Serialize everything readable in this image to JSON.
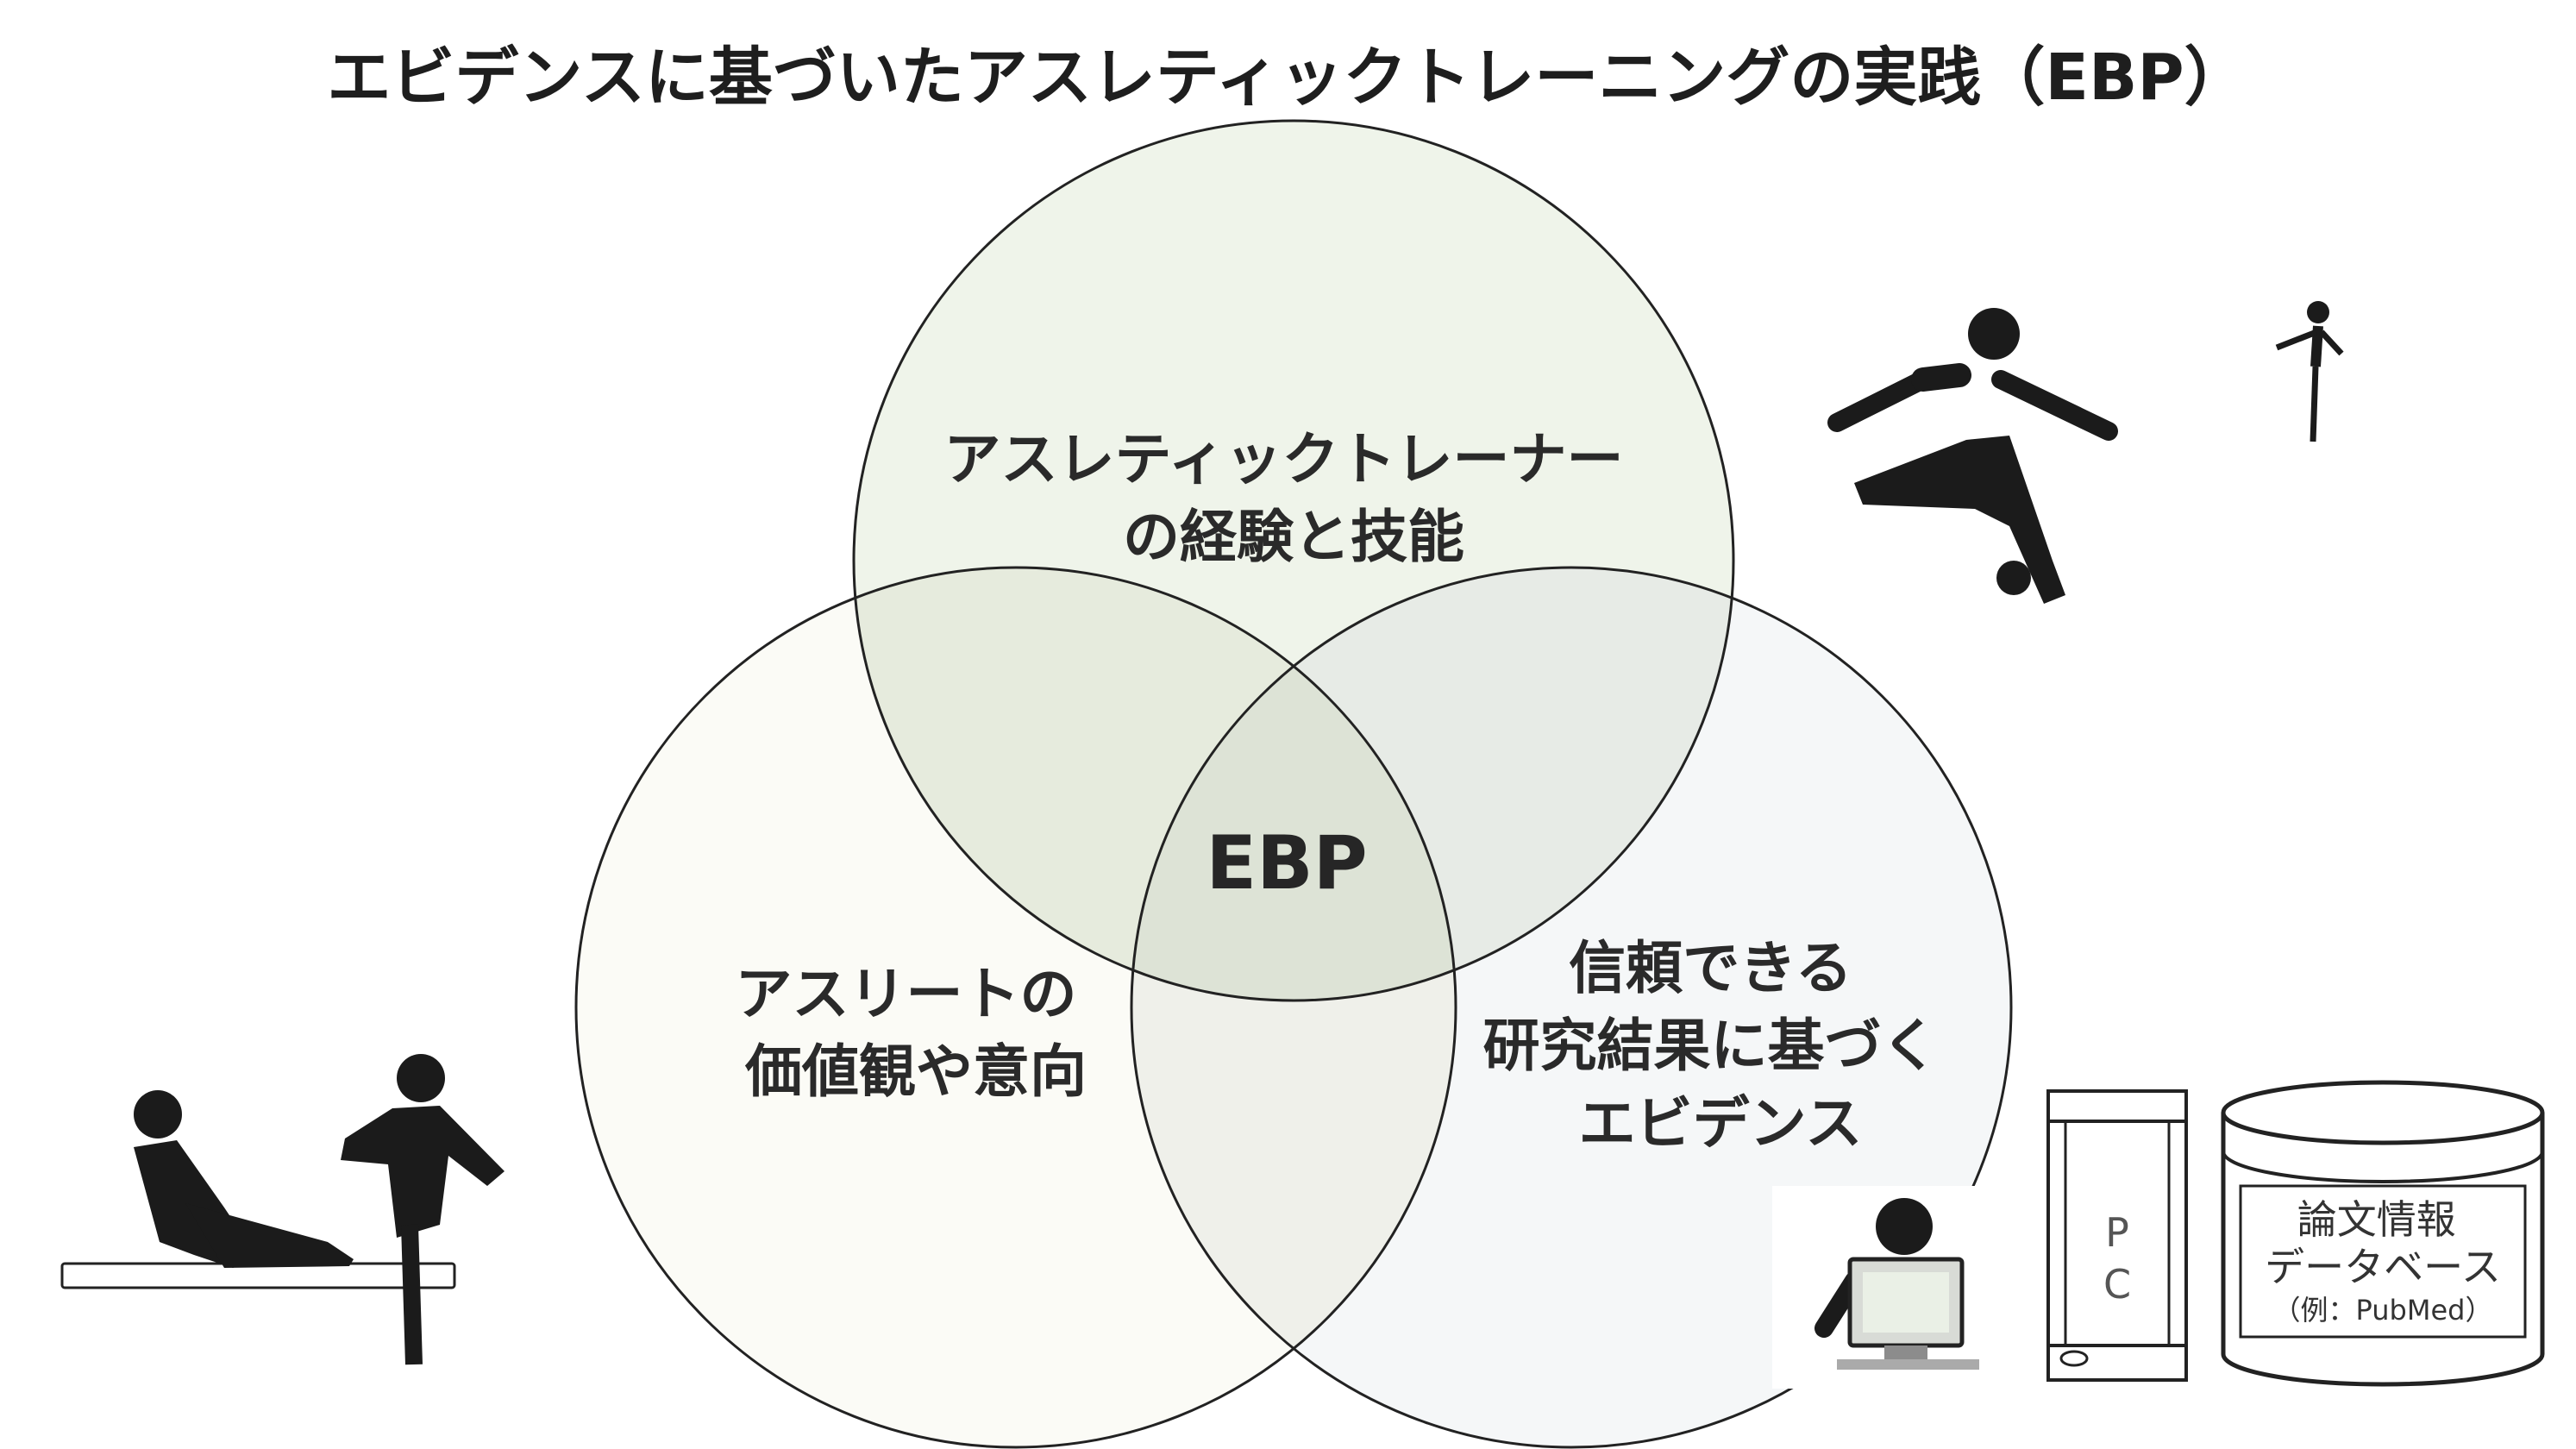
{
  "title": "エビデンスに基づいたアスレティックトレーニングの実践（EBP）",
  "circles": {
    "top": {
      "label_lines": [
        "アスレティックトレーナー",
        "の経験と技能"
      ],
      "fill": "#eff4ea"
    },
    "left": {
      "label_lines": [
        "アスリートの",
        "価値観や意向"
      ],
      "fill": "#fbfbf6"
    },
    "right": {
      "label_lines": [
        "信頼できる",
        "研究結果に基づく",
        "エビデンス"
      ],
      "fill": "#f5f7f8"
    }
  },
  "center_label": "EBP",
  "colors": {
    "outline": "#222222",
    "figure": "#1b1b1b",
    "overlap_top_left": "#e6ebdd",
    "overlap_top_right": "#e7ebe6",
    "overlap_left_right": "#eff0ea",
    "overlap_center": "#dde3d6"
  },
  "illustrations": {
    "soccer_player": "soccer-player-icon",
    "runner": "small-runner-icon",
    "treatment_scene": "trainer-treating-athlete-icon",
    "computer_user": "person-at-computer-icon",
    "pc_tower": {
      "icon": "pc-tower-icon",
      "letters": [
        "P",
        "C"
      ]
    },
    "database": {
      "icon": "database-cylinder-icon",
      "label_lines": [
        "論文情報",
        "データベース"
      ],
      "sub_label": "（例：PubMed）"
    }
  }
}
